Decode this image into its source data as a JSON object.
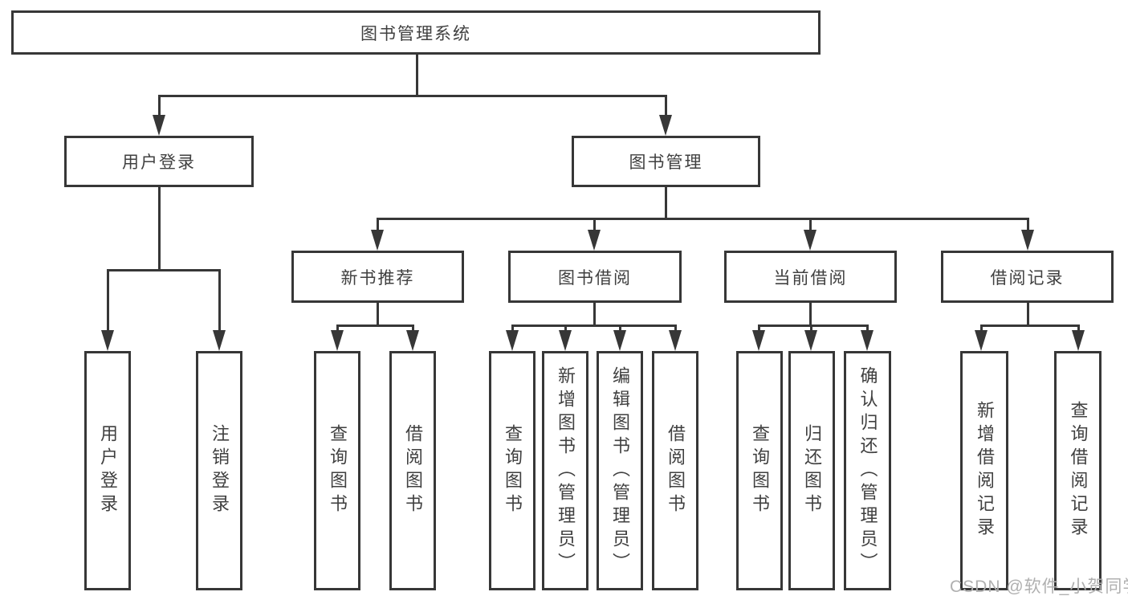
{
  "tree": {
    "root": {
      "label": "图书管理系统"
    },
    "branches": [
      {
        "label": "用户登录",
        "children": [
          {
            "label": "用户登录"
          },
          {
            "label": "注销登录"
          }
        ]
      },
      {
        "label": "图书管理",
        "children": [
          {
            "label": "新书推荐",
            "children": [
              {
                "label": "查询图书"
              },
              {
                "label": "借阅图书"
              }
            ]
          },
          {
            "label": "图书借阅",
            "children": [
              {
                "label": "查询图书"
              },
              {
                "label": "新增图书（管理员）"
              },
              {
                "label": "编辑图书（管理员）"
              },
              {
                "label": "借阅图书"
              }
            ]
          },
          {
            "label": "当前借阅",
            "children": [
              {
                "label": "查询图书"
              },
              {
                "label": "归还图书"
              },
              {
                "label": "确认归还（管理员）"
              }
            ]
          },
          {
            "label": "借阅记录",
            "children": [
              {
                "label": "新增借阅记录"
              },
              {
                "label": "查询借阅记录"
              }
            ]
          }
        ]
      }
    ]
  },
  "watermark": {
    "text": "CSDN @软件_小贺同学"
  },
  "colors": {
    "line": "#373737",
    "text": "#404040",
    "watermark": "#b0b0b0"
  }
}
